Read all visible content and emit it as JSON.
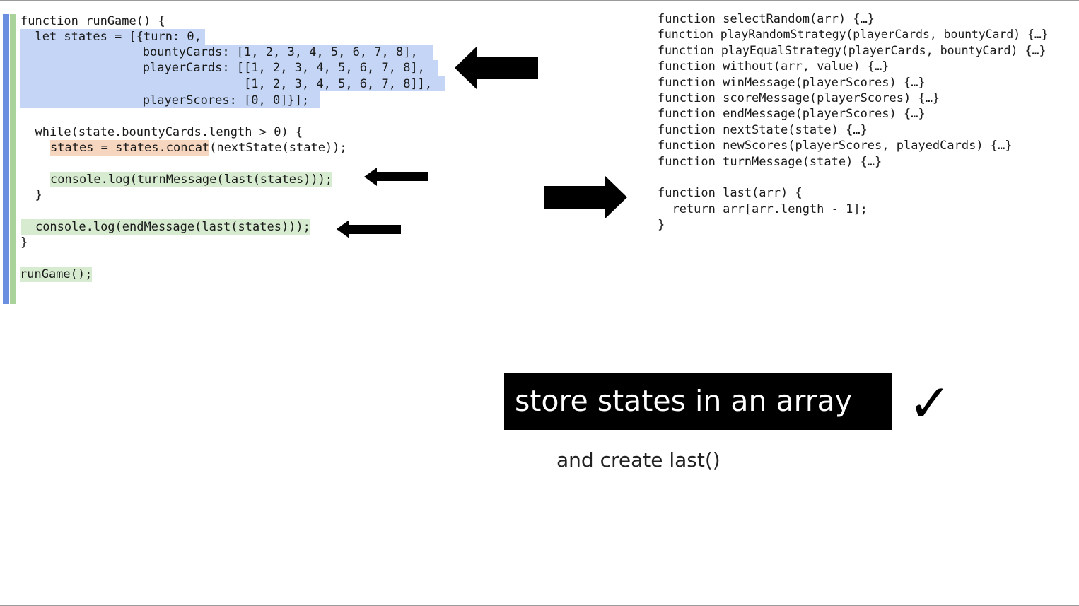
{
  "left_code": {
    "lines": [
      "function runGame() {",
      "  let states = [{turn: 0,",
      "                bountyCards: [1, 2, 3, 4, 5, 6, 7, 8],",
      "                playerCards: [[1, 2, 3, 4, 5, 6, 7, 8],",
      "                              [1, 2, 3, 4, 5, 6, 7, 8]],",
      "                playerScores: [0, 0]}];",
      "  while(state.bountyCards.length > 0) {",
      "states = states.concat",
      "(nextState(state));",
      "console.log(turnMessage(last(states)));",
      "  }",
      "  console.log(endMessage(last(states)));",
      "}",
      "runGame();"
    ]
  },
  "right_code": {
    "lines": [
      "function selectRandom(arr) {…}",
      "function playRandomStrategy(playerCards, bountyCard) {…}",
      "function playEqualStrategy(playerCards, bountyCard) {…}",
      "function without(arr, value) {…}",
      "function winMessage(playerScores) {…}",
      "function scoreMessage(playerScores) {…}",
      "function endMessage(playerScores) {…}",
      "function nextState(state) {…}",
      "function newScores(playerScores, playedCards) {…}",
      "function turnMessage(state) {…}",
      "function last(arr) {",
      "  return arr[arr.length - 1];",
      "}"
    ]
  },
  "caption": {
    "title": "store states in an array",
    "checkmark": "✓",
    "subtitle": "and create last()"
  },
  "colors": {
    "highlight_blue": "#c4d5f5",
    "highlight_green": "#d7ebd0",
    "highlight_orange": "#f7d6c0",
    "gutter_blue": "#6a8fe0",
    "gutter_green": "#a9d39a"
  }
}
